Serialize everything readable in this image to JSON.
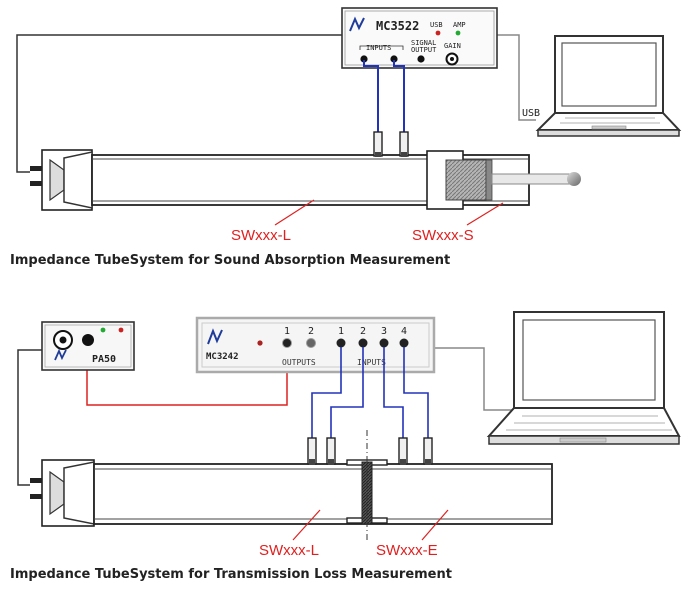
{
  "top": {
    "caption": "Impedance TubeSystem for Sound Absorption Measurement",
    "device": {
      "model": "MC3522",
      "usb_led": "USB",
      "amp_led": "AMP",
      "inputs_label": "INPUTS",
      "signal_output_line1": "SIGNAL",
      "signal_output_line2": "OUTPUT",
      "gain_label": "GAIN"
    },
    "usb_label": "USB",
    "tube_label_left": "SWxxx-L",
    "tube_label_right": "SWxxx-S"
  },
  "bottom": {
    "caption": "Impedance TubeSystem for Transmission Loss Measurement",
    "amplifier": {
      "model": "PA50"
    },
    "device": {
      "model": "MC3242",
      "output_numbers": [
        "1",
        "2"
      ],
      "input_numbers": [
        "1",
        "2",
        "3",
        "4"
      ],
      "outputs_label": "OUTPUTS",
      "inputs_label": "INPUTS"
    },
    "tube_label_left": "SWxxx-L",
    "tube_label_right": "SWxxx-E"
  },
  "colors": {
    "blue_cable": "#2233bb",
    "red_cable": "#dd2222",
    "black_cable": "#333333",
    "grey_cable": "#888888",
    "label_red": "#e02020",
    "logo_blue": "#1f3c9a"
  }
}
